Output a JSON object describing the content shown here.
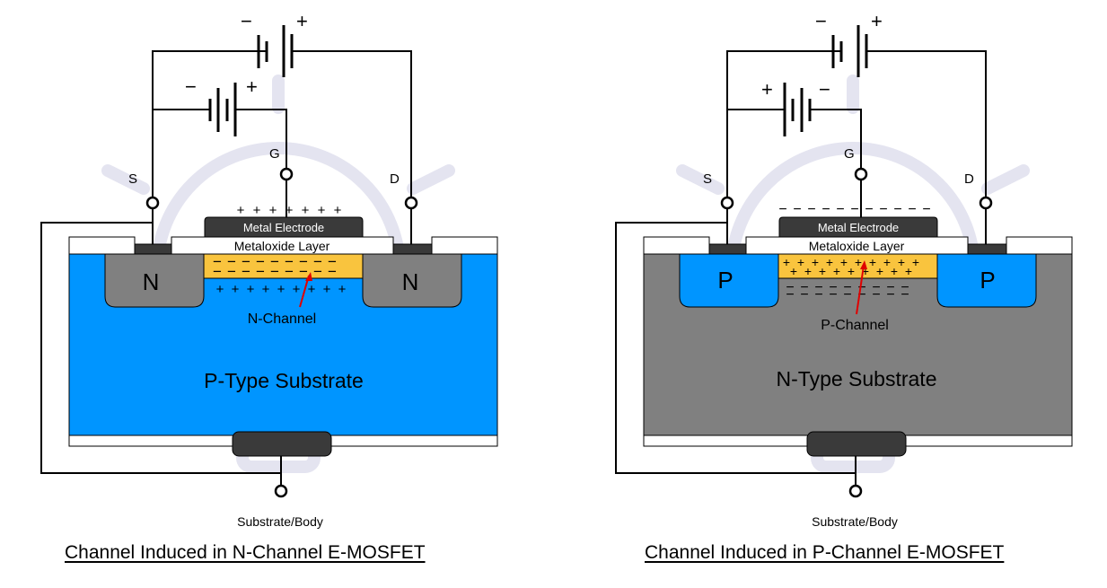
{
  "colors": {
    "p_substrate": "#0095ff",
    "n_substrate": "#808080",
    "n_region": "#808080",
    "p_region": "#0095ff",
    "channel_layer": "#f9c43e",
    "metal": "#3a3a3a",
    "wire": "#000000",
    "arrow": "#e00000",
    "watermark": "#e4e4f0"
  },
  "nmos": {
    "terminal_source": "S",
    "terminal_gate": "G",
    "terminal_drain": "D",
    "metal_electrode": "Metal Electrode",
    "oxide_layer": "Metaloxide Layer",
    "region_left": "N",
    "region_right": "N",
    "channel_label": "N-Channel",
    "substrate_label": "P-Type Substrate",
    "body_label": "Substrate/Body",
    "caption": "Channel Induced in N-Channel E-MOSFET",
    "gate_battery_signs": {
      "left": "−",
      "right": "+"
    },
    "ds_battery_signs": {
      "left": "−",
      "right": "+"
    },
    "gate_charge_sign": "+",
    "channel_charge_sign": "−",
    "substrate_charge_sign": "+"
  },
  "pmos": {
    "terminal_source": "S",
    "terminal_gate": "G",
    "terminal_drain": "D",
    "metal_electrode": "Metal Electrode",
    "oxide_layer": "Metaloxide Layer",
    "region_left": "P",
    "region_right": "P",
    "channel_label": "P-Channel",
    "substrate_label": "N-Type Substrate",
    "body_label": "Substrate/Body",
    "caption": "Channel Induced in P-Channel E-MOSFET",
    "gate_battery_signs": {
      "left": "+",
      "right": "−"
    },
    "ds_battery_signs": {
      "left": "−",
      "right": "+"
    },
    "gate_charge_sign": "−",
    "channel_charge_sign": "+",
    "substrate_charge_sign": "−"
  }
}
